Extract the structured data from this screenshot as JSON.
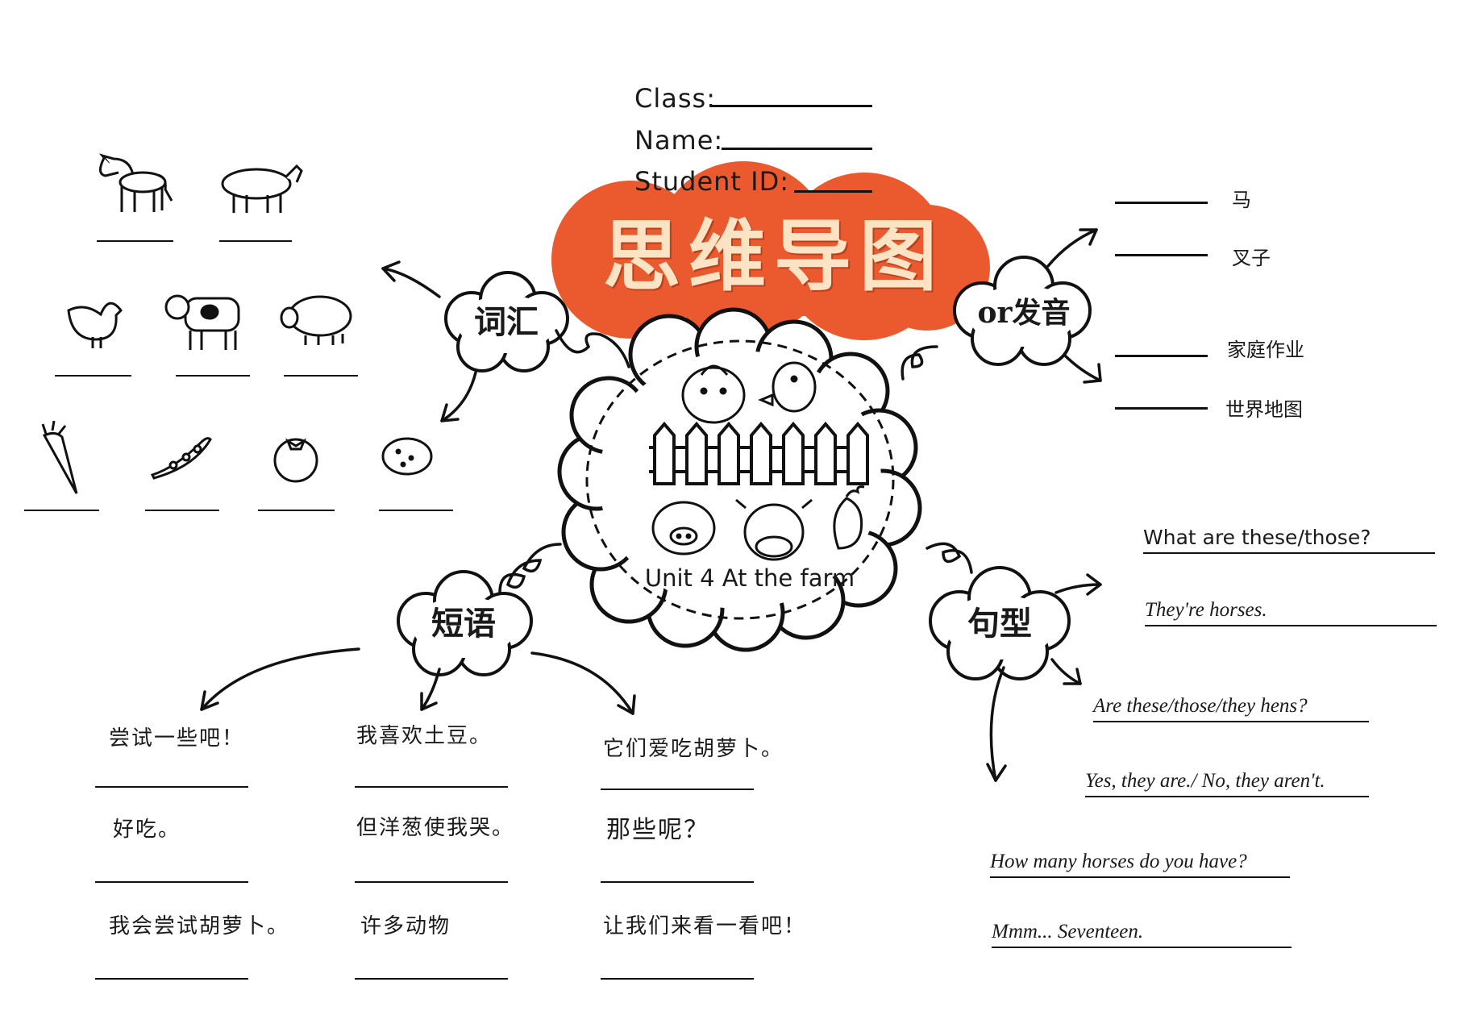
{
  "header": {
    "class_label": "Class:",
    "name_label": "Name:",
    "student_id_label": "Student ID:"
  },
  "title": "思维导图",
  "center": {
    "unit_title": "Unit 4 At the farm"
  },
  "branches": {
    "vocab": "词汇",
    "phonics": "or发音",
    "phrases": "短语",
    "sentences": "句型"
  },
  "vocab_pictures": [
    "horse-icon",
    "goat-icon",
    "hen-icon",
    "cow-icon",
    "sheep-icon",
    "carrot-icon",
    "green-bean-icon",
    "tomato-icon",
    "potato-icon"
  ],
  "phonics_words": [
    "马",
    "叉子",
    "家庭作业",
    "世界地图"
  ],
  "phrases": [
    [
      "尝试一些吧！",
      "好吃。",
      "我会尝试胡萝卜。"
    ],
    [
      "我喜欢土豆。",
      "但洋葱使我哭。",
      "许多动物"
    ],
    [
      "它们爱吃胡萝卜。",
      "那些呢？",
      "让我们来看一看吧！"
    ]
  ],
  "sentences": [
    "What are these/those?",
    "They're horses.",
    "Are these/those/they hens?",
    "Yes, they are./ No, they aren't.",
    "How many horses do you have?",
    "Mmm... Seventeen."
  ],
  "colors": {
    "title_bubble": "#ea5a2e",
    "title_text": "#fbe3c4",
    "ink": "#111111"
  }
}
